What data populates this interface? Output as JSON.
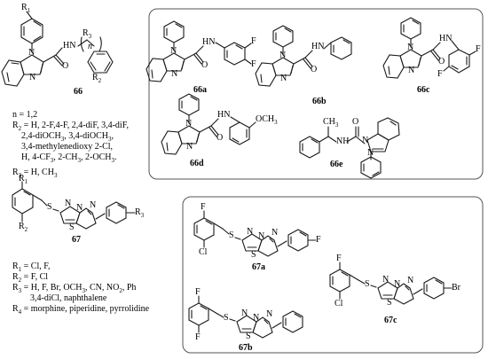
{
  "panels": {
    "top_box": "compounds 66a-66e",
    "bottom_box": "compounds 67a-67c"
  },
  "labels": {
    "c66": "66",
    "c66a": "66a",
    "c66b": "66b",
    "c66c": "66c",
    "c66d": "66d",
    "c66e": "66e",
    "c67": "67",
    "c67a": "67a",
    "c67b": "67b",
    "c67c": "67c"
  },
  "atoms": {
    "R1": "R",
    "R1sub": "1",
    "R2": "R",
    "R2sub": "2",
    "R3": "R",
    "R3sub": "3",
    "n": "n",
    "N": "N",
    "HN": "HN",
    "H": "H",
    "S": "S",
    "F": "F",
    "Cl": "Cl",
    "Br": "Br",
    "O": "O",
    "OCH3": "OCH",
    "OCH3sub": "3",
    "CH3": "CH",
    "CH3sub": "3",
    "NH": "NH"
  },
  "definitions_66": {
    "line1": "n = 1,2",
    "line2": "= H, 2-F,4-F, 2,4-diF, 3,4-diF,",
    "line3": "2,4-diOCH",
    "line3b": ", 3,4-diOCH",
    "line3c": ",",
    "line4": "3,4-methylenedioxy 2-Cl,",
    "line5": "H, 4-CF",
    "line5b": ", 2-CH",
    "line5c": ", 2-OCH",
    "line5d": ".",
    "line6": "= H, CH",
    "sub3": "3"
  },
  "definitions_67": {
    "r1": "= Cl, F,",
    "r2": "= F, Cl",
    "r3": "= H, F, Br, OCH",
    "r3b": ", CN, NO",
    "r3c": ", Ph",
    "r3d": "3,4-diCl, naphthalene",
    "r4": "= morphine, piperidine, pyrrolidine",
    "sub2": "2",
    "sub3": "3"
  },
  "colors": {
    "line": "#1a1a1a",
    "box": "#555555"
  }
}
